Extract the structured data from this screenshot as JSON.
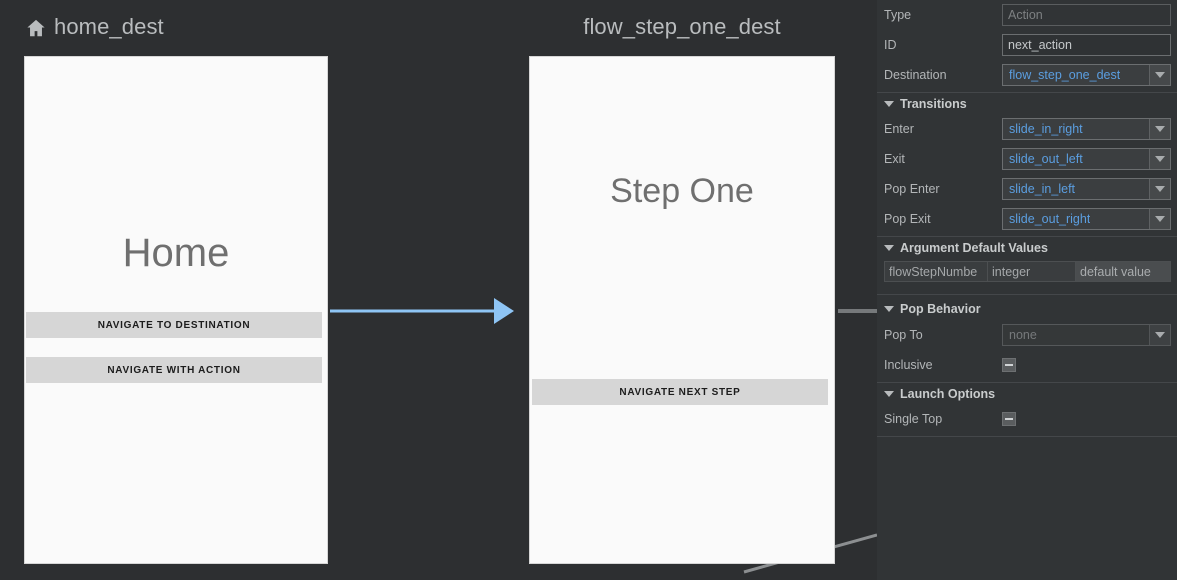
{
  "canvas": {
    "background_color": "#2d2f31",
    "destinations": [
      {
        "title": "home_dest",
        "icon": "home-icon",
        "preview_heading": "Home",
        "buttons": [
          {
            "label": "NAVIGATE TO DESTINATION"
          },
          {
            "label": "NAVIGATE WITH ACTION"
          }
        ]
      },
      {
        "title": "flow_step_one_dest",
        "preview_heading": "Step One",
        "buttons": [
          {
            "label": "NAVIGATE NEXT STEP"
          }
        ]
      }
    ],
    "connections": [
      {
        "name": "action-arrow-home-to-step-one",
        "color": "#8ec5f5",
        "style": "solid-arrow"
      },
      {
        "name": "connector-stub-right",
        "color": "#76797b",
        "style": "line"
      },
      {
        "name": "connector-diagonal-bottom",
        "color": "#8c8f91",
        "style": "line"
      }
    ]
  },
  "panel": {
    "accent_color": "#5b9ee0",
    "background_color": "#313436",
    "rows": [
      {
        "label": "Type",
        "value": "Action",
        "control": "text-readonly"
      },
      {
        "label": "ID",
        "value": "next_action",
        "control": "text"
      },
      {
        "label": "Destination",
        "value": "flow_step_one_dest",
        "control": "combo"
      }
    ],
    "transitions": {
      "title": "Transitions",
      "rows": [
        {
          "label": "Enter",
          "value": "slide_in_right"
        },
        {
          "label": "Exit",
          "value": "slide_out_left"
        },
        {
          "label": "Pop Enter",
          "value": "slide_in_left"
        },
        {
          "label": "Pop Exit",
          "value": "slide_out_right"
        }
      ]
    },
    "arguments": {
      "title": "Argument Default Values",
      "rows": [
        {
          "name": "flowStepNumbe",
          "type": "integer",
          "value": "default value"
        }
      ]
    },
    "pop_behavior": {
      "title": "Pop Behavior",
      "pop_to_label": "Pop To",
      "pop_to_value": "none",
      "inclusive_label": "Inclusive",
      "inclusive_state": "indeterminate"
    },
    "launch_options": {
      "title": "Launch Options",
      "single_top_label": "Single Top",
      "single_top_state": "indeterminate"
    }
  }
}
